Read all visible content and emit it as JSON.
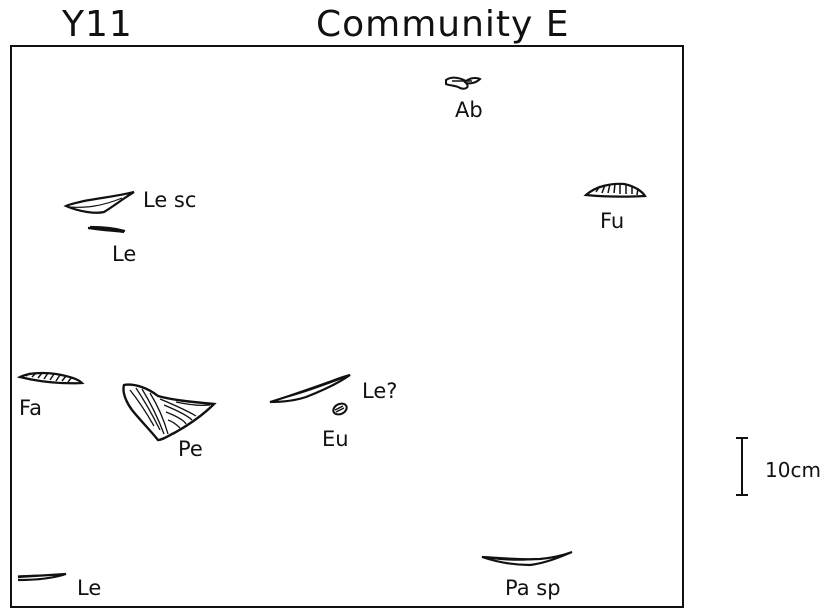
{
  "header": {
    "plot_id": "Y11",
    "community": "Community  E"
  },
  "specimens": [
    {
      "code": "Ab",
      "icon": "small-organism-icon"
    },
    {
      "code": "Le sc",
      "icon": "elongated-blade-icon"
    },
    {
      "code": "Le",
      "icon": "elongated-blade-icon"
    },
    {
      "code": "Fu",
      "icon": "fan-shaped-icon"
    },
    {
      "code": "Fa",
      "icon": "fan-shaped-icon"
    },
    {
      "code": "Le?",
      "icon": "elongated-blade-icon"
    },
    {
      "code": "Pe",
      "icon": "striated-shell-icon"
    },
    {
      "code": "Eu",
      "icon": "small-oval-icon"
    },
    {
      "code": "Le",
      "icon": "elongated-blade-icon"
    },
    {
      "code": "Pa sp",
      "icon": "elongated-blade-icon"
    }
  ],
  "scale": {
    "label": "10cm"
  }
}
